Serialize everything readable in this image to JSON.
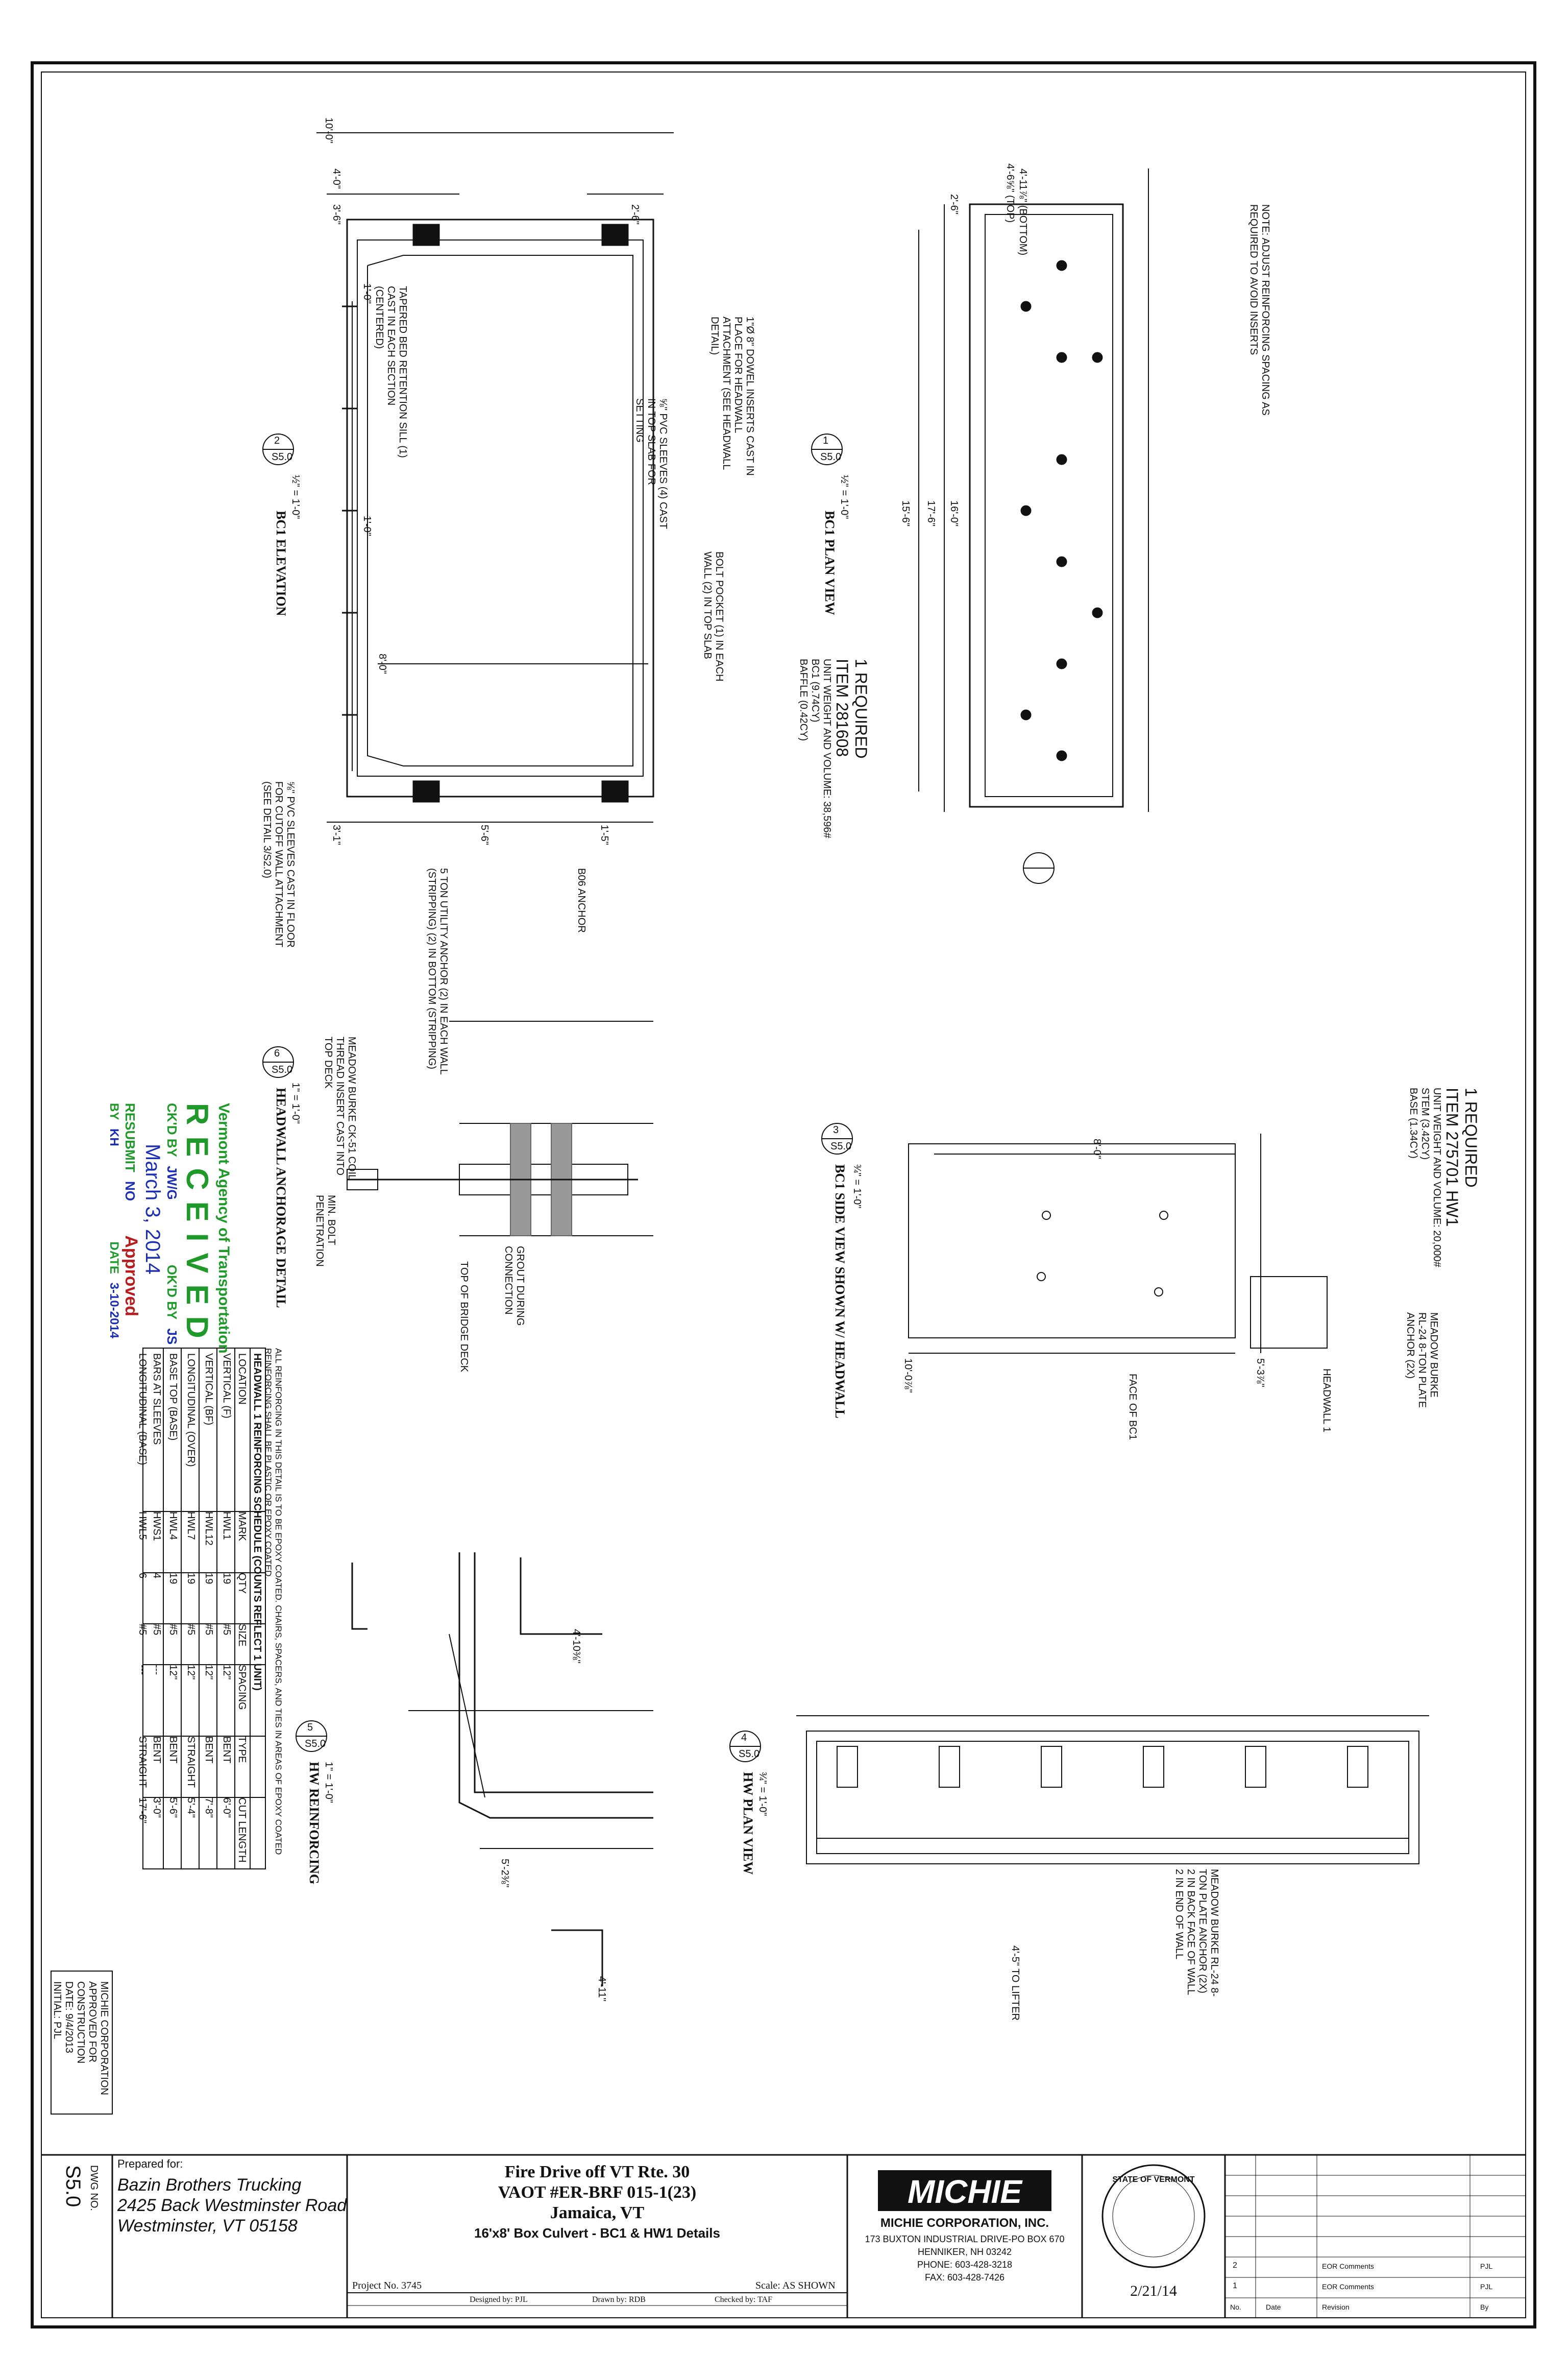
{
  "titles": {
    "bc1_elevation": "BC1 ELEVATION",
    "bc1_plan": "BC1 PLAN VIEW",
    "bc1_side": "BC1 SIDE VIEW SHOWN W/ HEADWALL",
    "headwall_anchorage": "HEADWALL ANCHORAGE DETAIL",
    "hw_plan": "HW PLAN VIEW",
    "hw_reinforcing": "HW REINFORCING"
  },
  "detail_tags": {
    "tag2": "2",
    "tag1": "1",
    "tag3": "3",
    "tag6": "6",
    "tag4": "4",
    "tag5": "5",
    "sheet_ref": "S5.0",
    "scale_half": "½\" = 1'-0\"",
    "scale_3q": "¾\" = 1'-0\"",
    "scale_1in": "1\" = 1'-0\""
  },
  "item_blocks": {
    "bc1": {
      "req": "1 REQUIRED",
      "item": "ITEM 281608",
      "line1": "UNIT WEIGHT AND VOLUME: 38,596#",
      "line2": "BC1 (9.74CY)",
      "line3": "BAFFLE (0.42CY)"
    },
    "hw1": {
      "req": "1 REQUIRED",
      "item": "ITEM 275701 HW1",
      "line1": "UNIT WEIGHT AND VOLUME: 20,000#",
      "line2": "STEM (3.42CY)",
      "line3": "BASE (1.34CY)"
    }
  },
  "dims": {
    "d10": "10'-0\"",
    "d4": "4'-0\"",
    "d3_6": "3'-6\"",
    "d2_6": "2'-6\"",
    "d8": "8'-0\"",
    "d3_1": "3'-1\"",
    "d5_6": "5'-6\"",
    "d1_5": "1'-5\"",
    "d1_0": "1'-0\"",
    "d4_top": "4'-6⅝\" (TOP)",
    "d4_bot": "4'-11⅞\" (BOTTOM)",
    "d2_6b": "2'-6\"",
    "d17_6": "17'-6\"",
    "d16_0": "16'-0\"",
    "d15_6": "15'-6\"",
    "d10_0b": "10'-0⅞\"",
    "d5_3": "5'-3⅞\"",
    "d8_0b": "8'-0\"",
    "d4_5": "4'-5\" TO LIFTER",
    "d5_2": "5'-2⅜\"",
    "d4_10": "4'-10⅜\"",
    "d4_11": "4'-11\""
  },
  "notes": {
    "note_top": "NOTE: ADJUST REINFORCING SPACING AS REQUIRED TO AVOID INSERTS",
    "tapered": "TAPERED BED RETENTION SILL (1) CAST IN EACH SECTION (CENTERED)",
    "dowel_inserts": "1\"Ø 8\" DOWEL INSERTS CAST IN PLACE FOR HEADWALL ATTACHMENT (SEE HEADWALL DETAIL)",
    "pvc_sleeves": "⅝\" PVC SLEEVES (4) CAST IN TOP SLAB FOR SETTING",
    "bolt_pocket": "BOLT POCKET (1) IN EACH WALL (2) IN TOP SLAB",
    "pvc_floor": "⅝\" PVC SLEEVES CAST IN FLOOR FOR CUTOFF WALL ATTACHMENT (SEE DETAIL 3/S2.0)",
    "lifting": "5 TON UTILITY ANCHOR (2) IN EACH WALL (STRIPPING) (2) IN BOTTOM (STRIPPING)",
    "b6_anchor": "B06 ANCHOR",
    "headwall_note": "MEADOW BURKE CK-51 COIL THREAD INSERT CAST INTO TOP DECK",
    "min_bolt": "MIN. BOLT PENETRATION",
    "grout": "GROUT DURING CONNECTION",
    "top_deck": "TOP OF BRIDGE DECK",
    "face_bc1": "FACE OF BC1",
    "headwall1": "HEADWALL 1",
    "meadow_burke": "MEADOW BURKE RL-24 8-TON PLATE ANCHOR (2X)",
    "hw_anchor": "MEADOW BURKE RL-24 8-TON PLATE ANCHOR (2X) 2 IN BACK FACE OF WALL 2 IN END OF WALL"
  },
  "schedule": {
    "title": "HEADWALL 1 REINFORCING SCHEDULE (COUNTS REFLECT 1 UNIT)",
    "note": "ALL REINFORCING IN THIS DETAIL IS TO BE EPOXY COATED. CHAIRS, SPACERS, AND TIES IN AREAS OF EPOXY COATED REINFORCING SHALL BE PLASTIC OR EPOXY COATED.",
    "headers": [
      "LOCATION",
      "MARK",
      "QTY",
      "SIZE",
      "SPACING",
      "TYPE",
      "CUT LENGTH"
    ],
    "rows": [
      [
        "VERTICAL (F)",
        "HWL1",
        "19",
        "#5",
        "12\"",
        "BENT",
        "6'-0\""
      ],
      [
        "VERTICAL (BF)",
        "HWL12",
        "19",
        "#5",
        "12\"",
        "BENT",
        "7'-8\""
      ],
      [
        "LONGITUDINAL (OVER)",
        "HWL7",
        "19",
        "#5",
        "12\"",
        "STRAIGHT",
        "5'-4\""
      ],
      [
        "BASE TOP (BASE)",
        "HWL4",
        "19",
        "#5",
        "12\"",
        "BENT",
        "5'-6\""
      ],
      [
        "BARS AT SLEEVES",
        "HWS1",
        "4",
        "#5",
        "---",
        "BENT",
        "3'-0\""
      ],
      [
        "LONGITUDINAL (BASE)",
        "HWL5",
        "6",
        "#5",
        "---",
        "STRAIGHT",
        "17'-6\""
      ]
    ]
  },
  "stamps": {
    "agency": "Vermont Agency of Transportation",
    "received": "RECEIVED",
    "date": "March 3, 2014",
    "ckd_by_label": "CK'D BY",
    "ckd_by": "JW/G",
    "okd_by_label": "OK'D BY",
    "okd_by": "JS",
    "resubmit_label": "RESUBMIT",
    "resubmit": "NO",
    "approved": "Approved",
    "by_label": "BY",
    "by": "KH",
    "date_label": "DATE",
    "date_val": "3-10-2014",
    "michie_approval": "MICHIE CORPORATION APPROVED FOR CONSTRUCTION",
    "approval_date": "DATE: 9/4/2013",
    "approval_initial": "INITIAL: PJL"
  },
  "title_block": {
    "prepared_for": "Prepared for:",
    "client1": "Bazin Brothers Trucking",
    "client2": "2425 Back Westminster Road",
    "client3": "Westminster, VT 05158",
    "project1": "Fire Drive off VT Rte. 30",
    "project2": "VAOT #ER-BRF 015-1(23)",
    "project3": "Jamaica, VT",
    "project4": "16'x8' Box Culvert - BC1 & HW1 Details",
    "project_no": "Project No. 3745",
    "scale": "Scale: AS SHOWN",
    "designed": "Designed by: PJL",
    "drawn": "Drawn by: RDB",
    "checked": "Checked by: TAF",
    "company_logo": "MICHIE",
    "company": "MICHIE CORPORATION, INC.",
    "addr1": "173 BUXTON INDUSTRIAL DRIVE-PO BOX 670",
    "addr2": "HENNIKER, NH 03242",
    "addr3": "PHONE: 603-428-3218",
    "addr4": "FAX: 603-428-7426",
    "seal_text": "STATE OF VERMONT",
    "seal_date": "2/21/14",
    "dwg_no_label": "DWG NO.",
    "dwg_no": "S5.0",
    "rev_headers": [
      "No.",
      "Date",
      "Revision",
      "By"
    ],
    "revisions": [
      {
        "no": "2",
        "rev": "EOR Comments",
        "by": "PJL"
      },
      {
        "no": "1",
        "rev": "EOR Comments",
        "by": "PJL"
      }
    ]
  }
}
